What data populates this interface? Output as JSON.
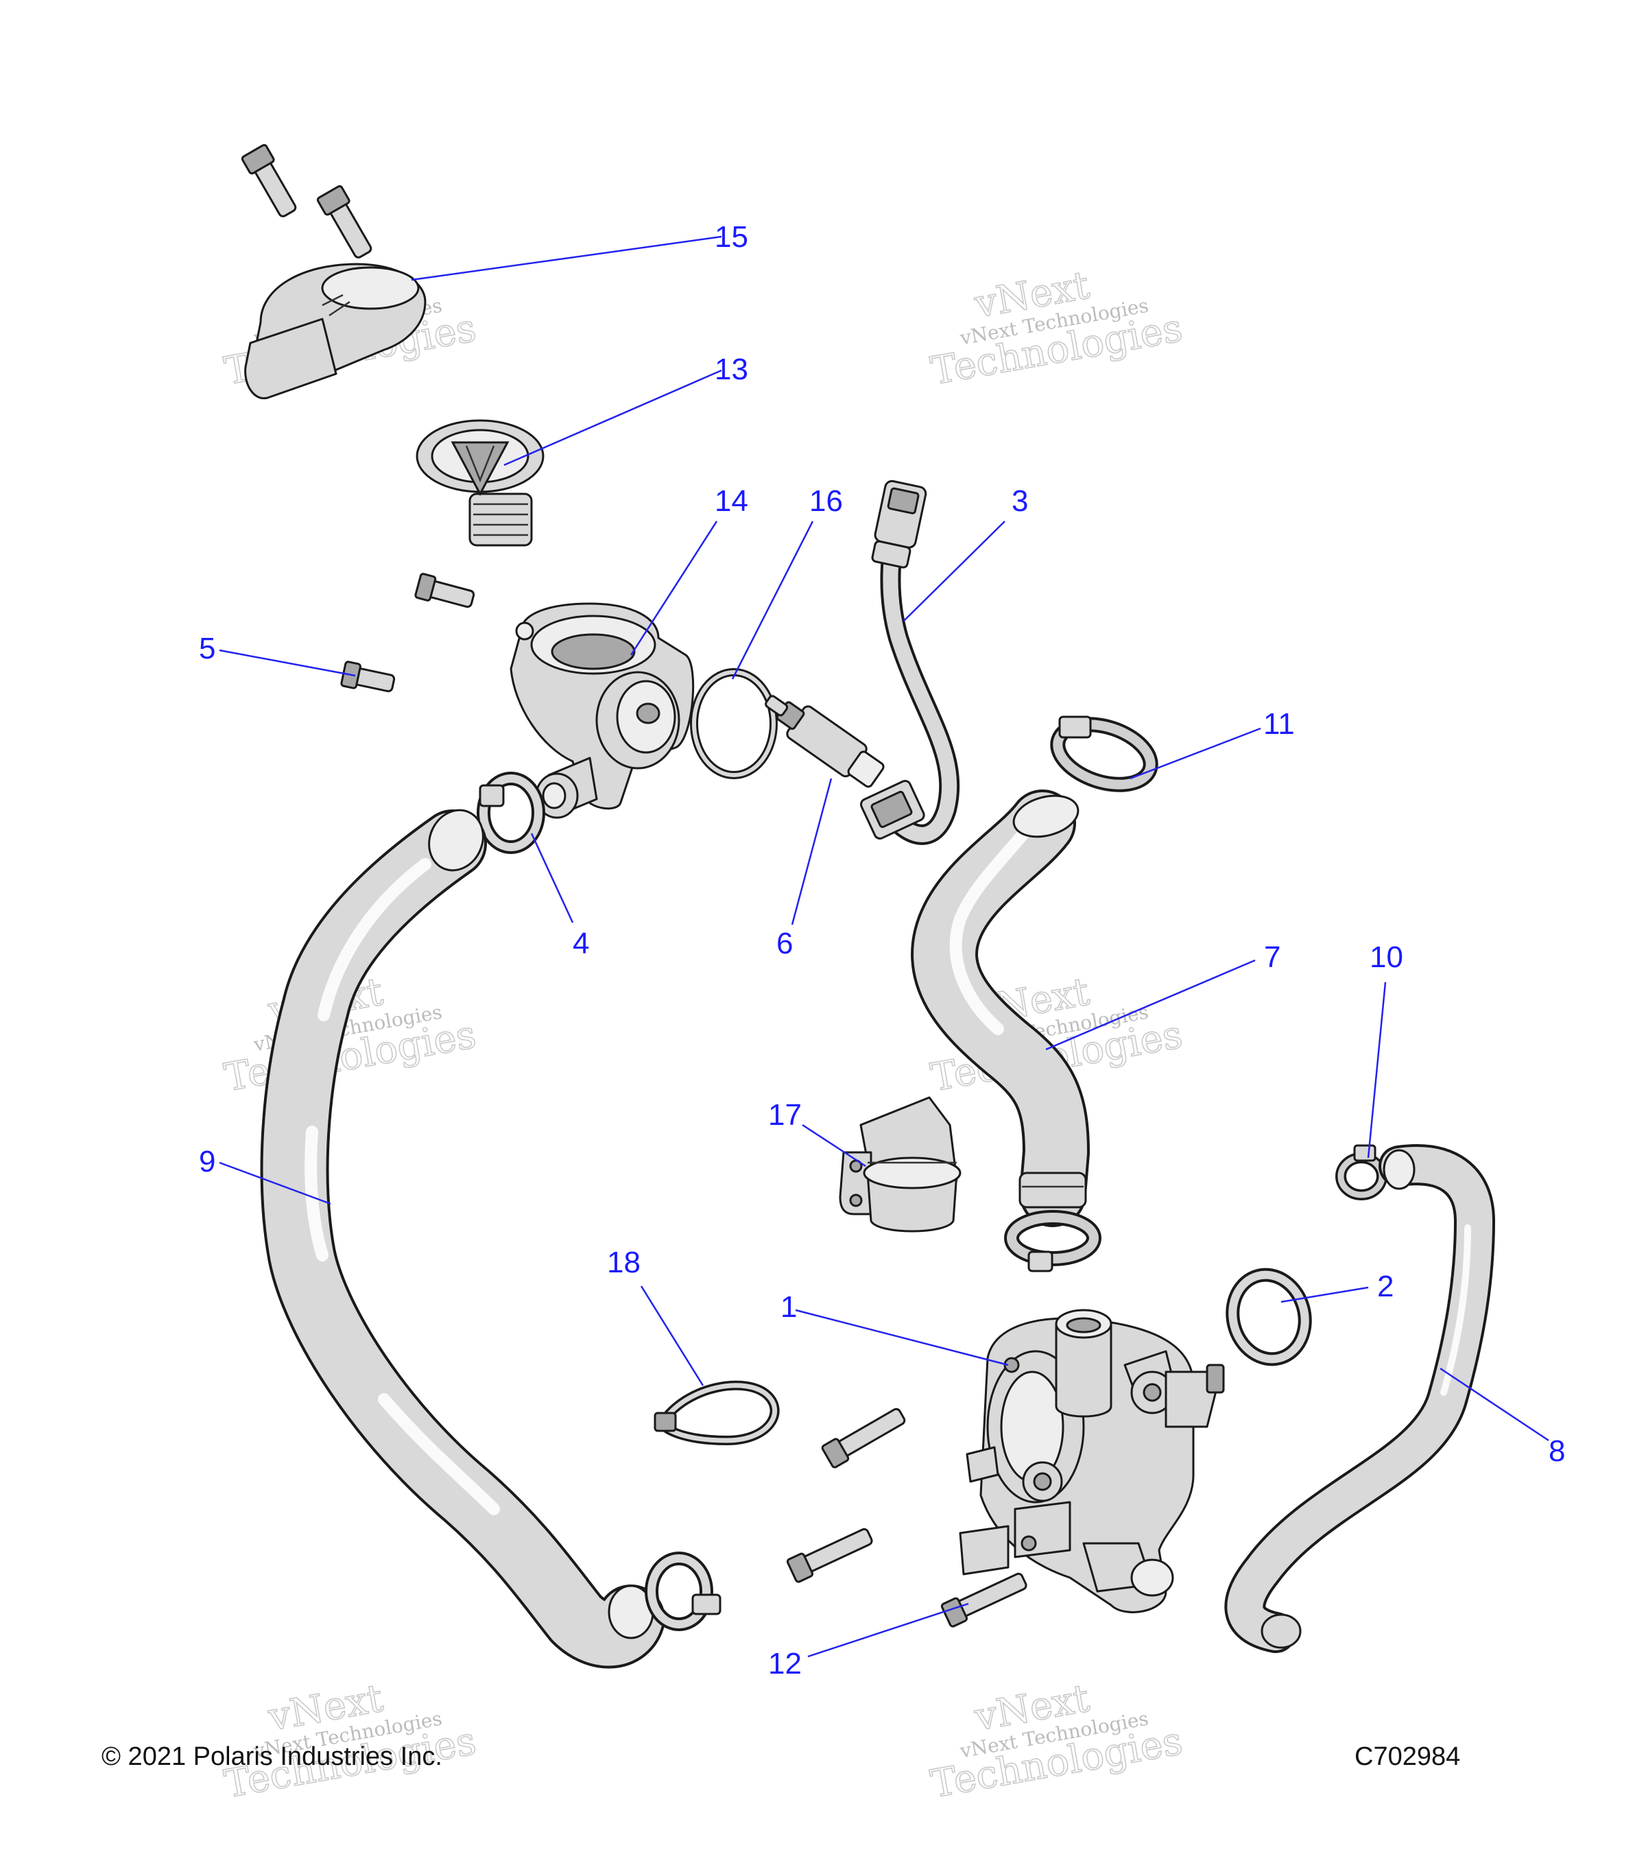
{
  "footer": {
    "copyright": "© 2021 Polaris Industries Inc.",
    "figure_code": "C702984"
  },
  "watermark": {
    "line1": "vNext",
    "line2": "Technologies",
    "small": "vNext Technologies"
  },
  "callouts": {
    "c1": "1",
    "c2": "2",
    "c3": "3",
    "c4": "4",
    "c5": "5",
    "c6": "6",
    "c7": "7",
    "c8": "8",
    "c9": "9",
    "c10": "10",
    "c11": "11",
    "c12": "12",
    "c13": "13",
    "c14": "14",
    "c15": "15",
    "c16": "16",
    "c17": "17",
    "c18": "18"
  },
  "colors": {
    "callout": "#1a1aff",
    "leader": "#2222ee",
    "part_fill": "#d9d9d9",
    "part_outline": "#1a1a1a"
  }
}
